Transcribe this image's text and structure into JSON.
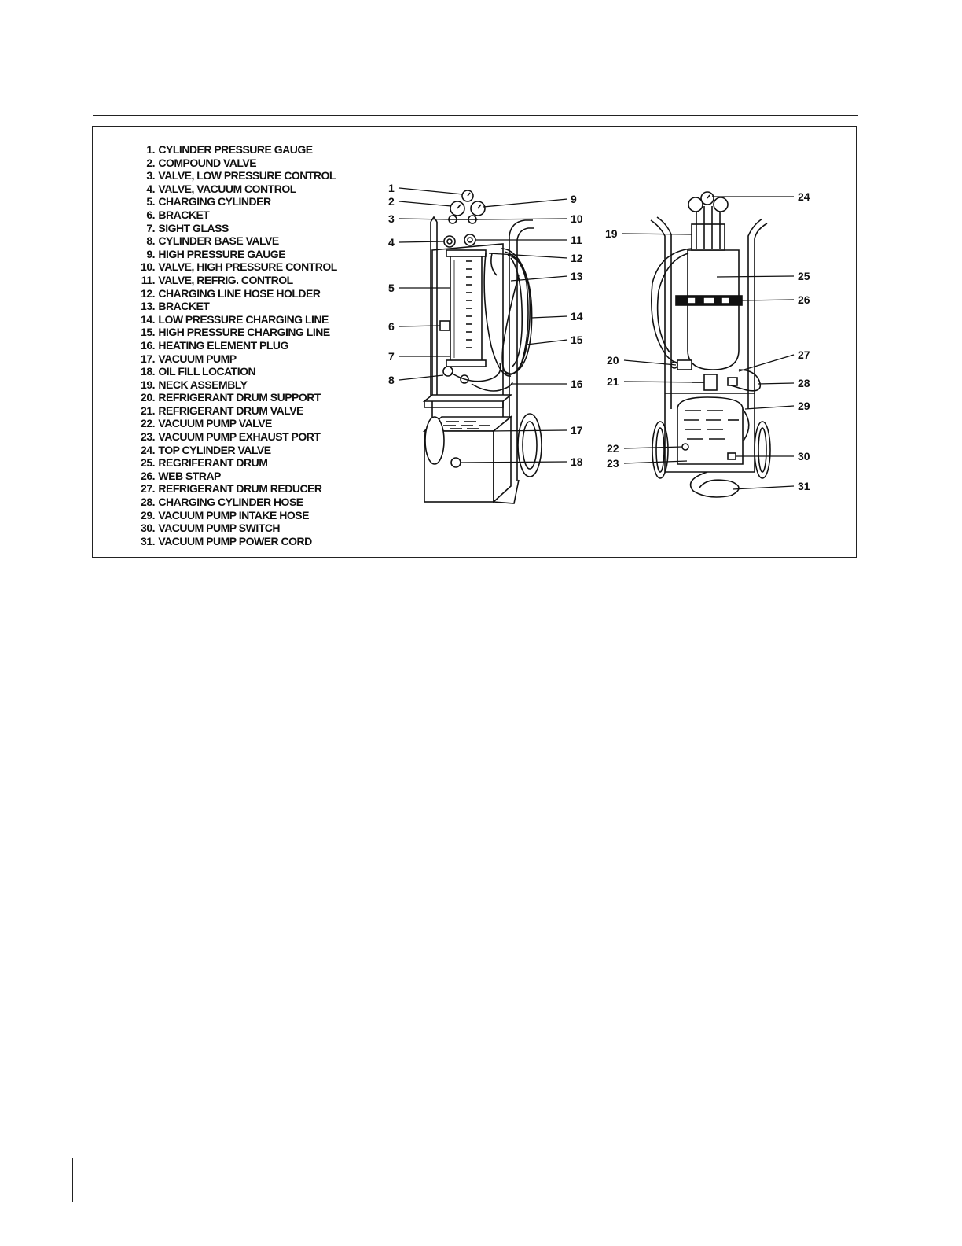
{
  "legend": [
    {
      "num": "1.",
      "label": "CYLINDER PRESSURE GAUGE"
    },
    {
      "num": "2.",
      "label": "COMPOUND VALVE"
    },
    {
      "num": "3.",
      "label": "VALVE, LOW PRESSURE CONTROL"
    },
    {
      "num": "4.",
      "label": "VALVE, VACUUM CONTROL"
    },
    {
      "num": "5.",
      "label": "CHARGING CYLINDER"
    },
    {
      "num": "6.",
      "label": "BRACKET"
    },
    {
      "num": "7.",
      "label": "SIGHT GLASS"
    },
    {
      "num": "8.",
      "label": "CYLINDER BASE VALVE"
    },
    {
      "num": "9.",
      "label": "HIGH PRESSURE GAUGE"
    },
    {
      "num": "10.",
      "label": "VALVE, HIGH PRESSURE CONTROL"
    },
    {
      "num": "11.",
      "label": "VALVE, REFRIG. CONTROL"
    },
    {
      "num": "12.",
      "label": "CHARGING LINE HOSE HOLDER"
    },
    {
      "num": "13.",
      "label": "BRACKET"
    },
    {
      "num": "14.",
      "label": "LOW PRESSURE CHARGING LINE"
    },
    {
      "num": "15.",
      "label": "HIGH PRESSURE CHARGING LINE"
    },
    {
      "num": "16.",
      "label": "HEATING ELEMENT PLUG"
    },
    {
      "num": "17.",
      "label": "VACUUM PUMP"
    },
    {
      "num": "18.",
      "label": "OIL FILL LOCATION"
    },
    {
      "num": "19.",
      "label": "NECK ASSEMBLY"
    },
    {
      "num": "20.",
      "label": "REFRIGERANT DRUM SUPPORT"
    },
    {
      "num": "21.",
      "label": "REFRIGERANT DRUM VALVE"
    },
    {
      "num": "22.",
      "label": "VACUUM PUMP VALVE"
    },
    {
      "num": "23.",
      "label": "VACUUM PUMP EXHAUST PORT"
    },
    {
      "num": "24.",
      "label": "TOP CYLINDER VALVE"
    },
    {
      "num": "25.",
      "label": "REGRIFERANT DRUM"
    },
    {
      "num": "26.",
      "label": "WEB STRAP"
    },
    {
      "num": "27.",
      "label": "REFRIGERANT DRUM REDUCER"
    },
    {
      "num": "28.",
      "label": "CHARGING CYLINDER HOSE"
    },
    {
      "num": "29.",
      "label": "VACUUM PUMP INTAKE HOSE"
    },
    {
      "num": "30.",
      "label": "VACUUM PUMP SWITCH"
    },
    {
      "num": "31.",
      "label": "VACUUM PUMP POWER CORD"
    }
  ],
  "callouts": {
    "c1": "1",
    "c2": "2",
    "c3": "3",
    "c4": "4",
    "c5": "5",
    "c6": "6",
    "c7": "7",
    "c8": "8",
    "c9": "9",
    "c10": "10",
    "c11": "11",
    "c12": "12",
    "c13": "13",
    "c14": "14",
    "c15": "15",
    "c16": "16",
    "c17": "17",
    "c18": "18",
    "c19": "19",
    "c20": "20",
    "c21": "21",
    "c22": "22",
    "c23": "23",
    "c24": "24",
    "c25": "25",
    "c26": "26",
    "c27": "27",
    "c28": "28",
    "c29": "29",
    "c30": "30",
    "c31": "31"
  }
}
